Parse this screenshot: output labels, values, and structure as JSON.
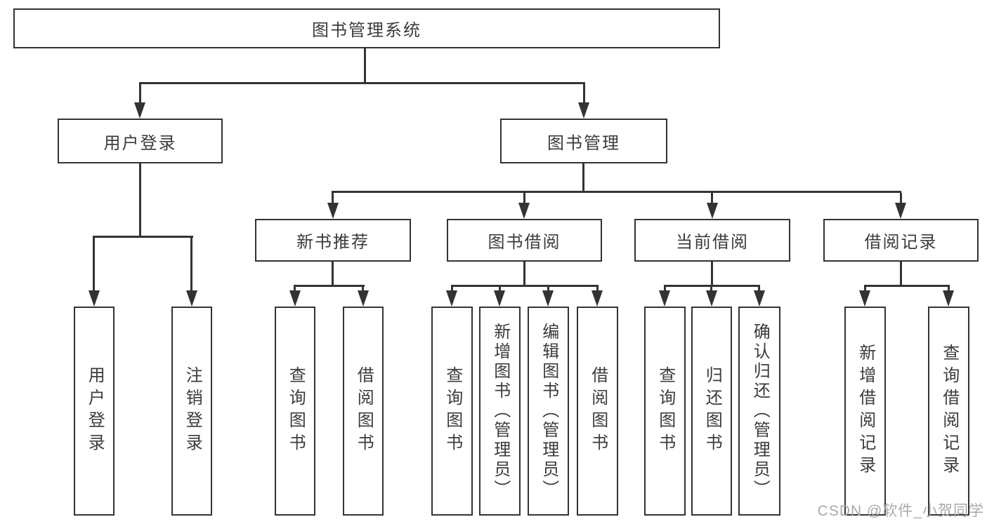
{
  "diagram": {
    "root": {
      "label": "图书管理系统"
    },
    "branches": [
      {
        "label": "用户登录"
      },
      {
        "label": "图书管理"
      }
    ],
    "modules": [
      {
        "label": "新书推荐"
      },
      {
        "label": "图书借阅"
      },
      {
        "label": "当前借阅"
      },
      {
        "label": "借阅记录"
      }
    ],
    "leaves": {
      "login": [
        "用户登录",
        "注销登录"
      ],
      "recommend": [
        "查询图书",
        "借阅图书"
      ],
      "borrow": [
        "查询图书",
        "新增图书（管理员）",
        "编辑图书（管理员）",
        "借阅图书"
      ],
      "current": [
        "查询图书",
        "归还图书",
        "确认归还（管理员）"
      ],
      "records": [
        "新增借阅记录",
        "查询借阅记录"
      ]
    }
  },
  "watermark": {
    "text": "CSDN @软件_小贺同学"
  },
  "colors": {
    "line": "#333333",
    "text": "#3b3b3b",
    "background": "#ffffff",
    "watermark": "#a9a9a9"
  }
}
